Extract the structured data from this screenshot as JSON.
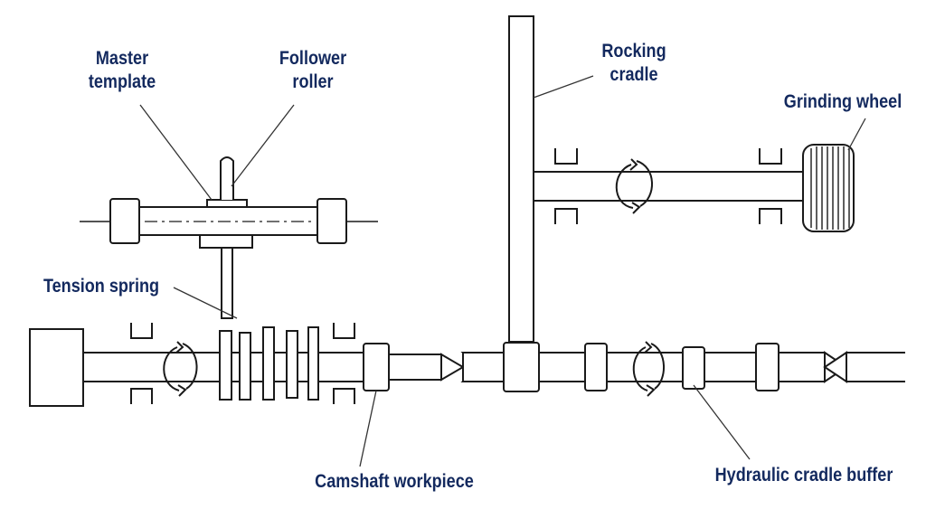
{
  "colors": {
    "line": "#1a1a1a",
    "label_text": "#13295e",
    "background": "#ffffff"
  },
  "labels": {
    "master_template": [
      "Master",
      "template"
    ],
    "follower_roller": [
      "Follower",
      "roller"
    ],
    "rocking_cradle": [
      "Rocking",
      "cradle"
    ],
    "grinding_wheel": "Grinding wheel",
    "tension_spring": "Tension spring",
    "camshaft_workpiece": "Camshaft workpiece",
    "hydraulic_cradle_buffer": "Hydraulic cradle buffer"
  }
}
